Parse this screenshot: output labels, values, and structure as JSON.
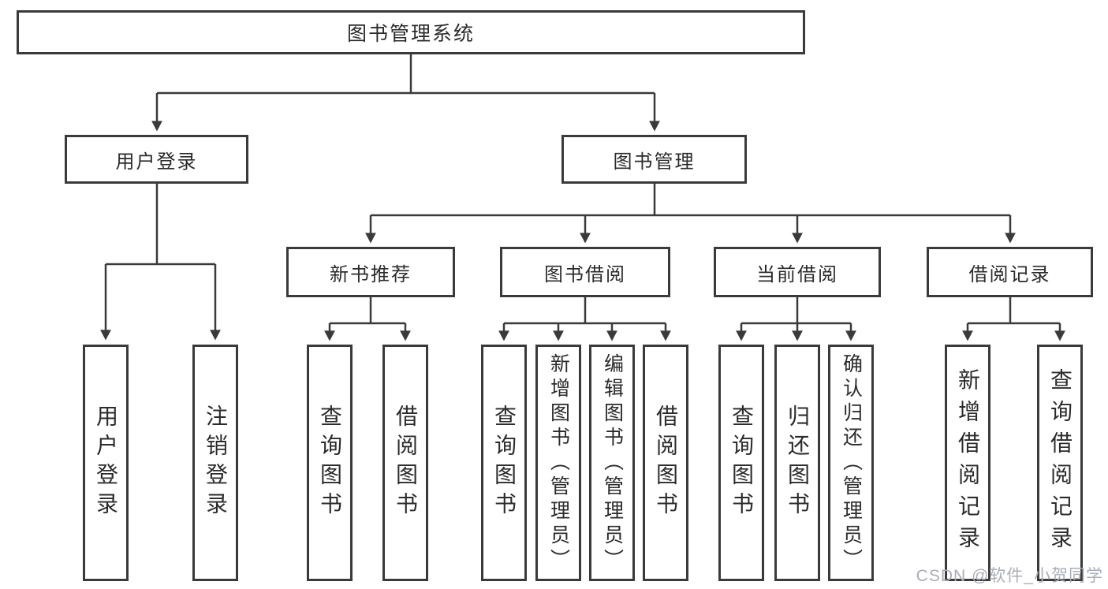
{
  "diagram": {
    "root": "图书管理系统",
    "level2": [
      {
        "label": "用户登录",
        "children": [
          "用户登录",
          "注销登录"
        ]
      },
      {
        "label": "图书管理"
      }
    ],
    "level3": [
      {
        "label": "新书推荐",
        "children": [
          "查询图书",
          "借阅图书"
        ]
      },
      {
        "label": "图书借阅",
        "children": [
          "查询图书",
          "新增图书（管理员）",
          "编辑图书（管理员）",
          "借阅图书"
        ]
      },
      {
        "label": "当前借阅",
        "children": [
          "查询图书",
          "归还图书",
          "确认归还（管理员）"
        ]
      },
      {
        "label": "借阅记录",
        "children": [
          "新增借阅记录",
          "查询借阅记录"
        ]
      }
    ]
  },
  "watermark": "CSDN @软件_小贺同学",
  "colors": {
    "line": "#3a3a3a",
    "text": "#2b2b2b",
    "watermark": "#a9adbb"
  }
}
